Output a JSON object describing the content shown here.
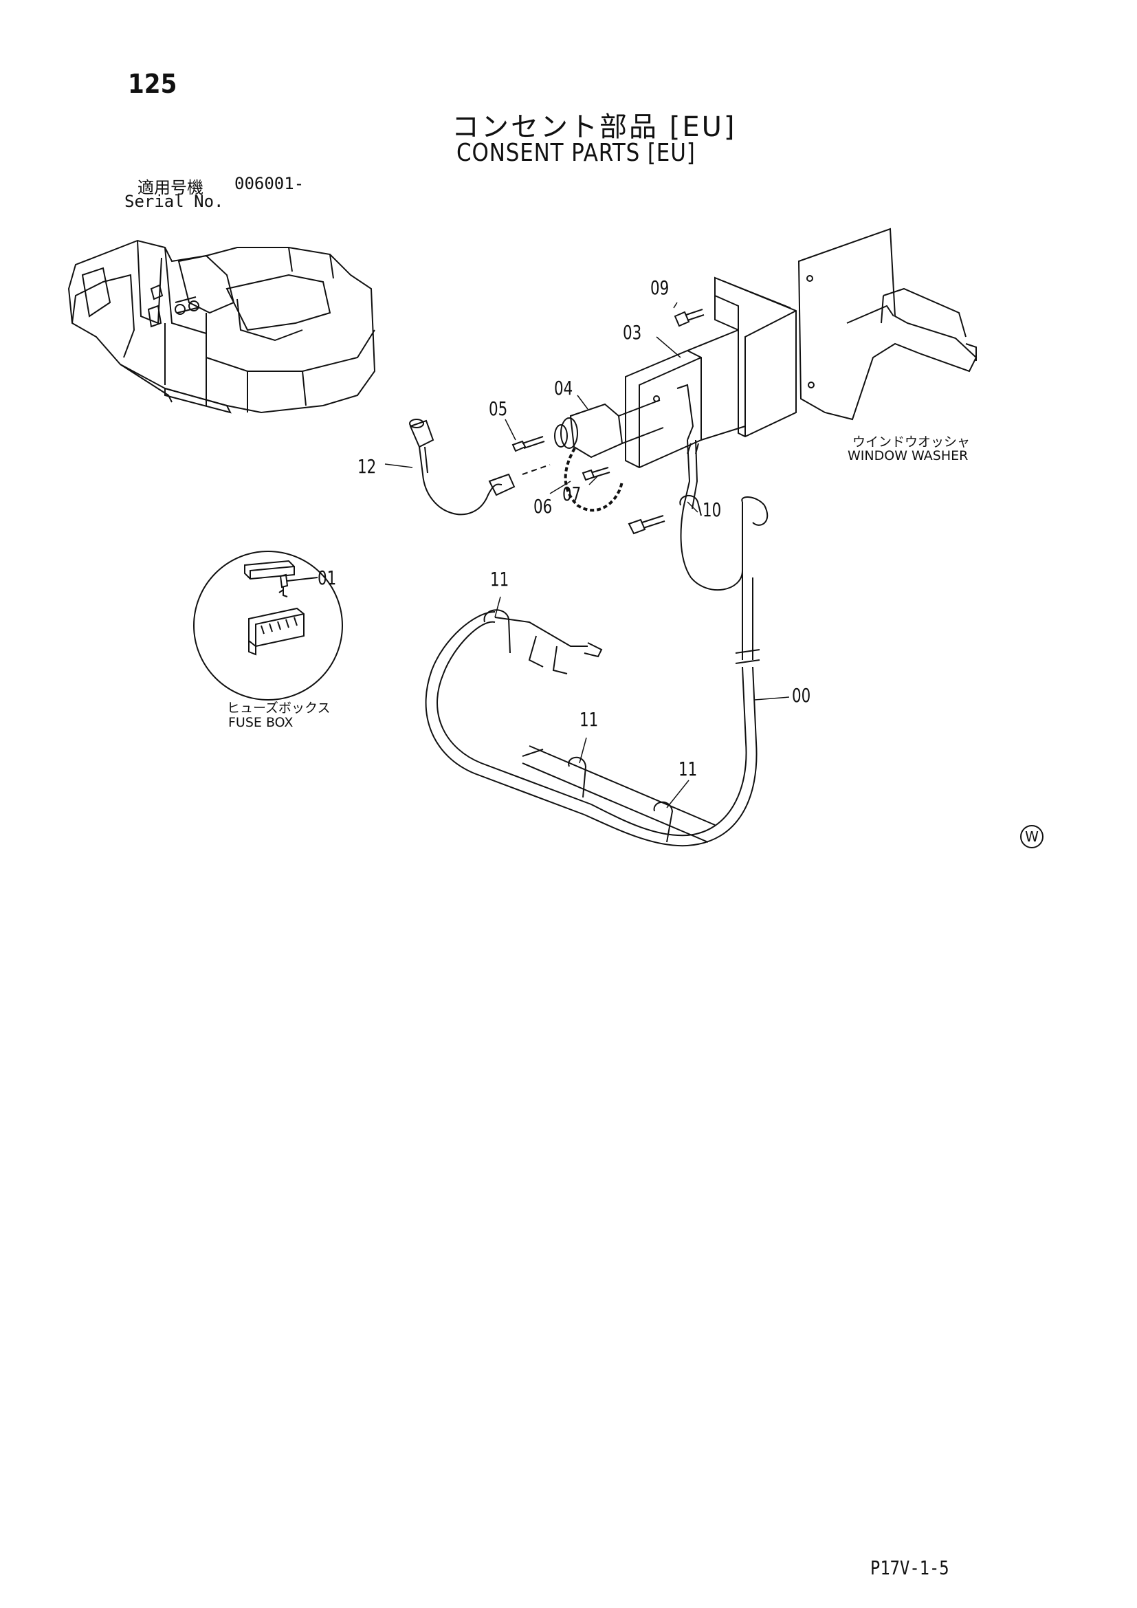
{
  "page": {
    "number": "125",
    "code": "P17V-1-5"
  },
  "title": {
    "jp": "コンセント部品 [EU]",
    "en": "CONSENT PARTS [EU]"
  },
  "serial": {
    "label_jp": "適用号機",
    "value": "006001-",
    "label_en": "Serial No."
  },
  "callouts": [
    "00",
    "01",
    "03",
    "04",
    "05",
    "06",
    "07",
    "09",
    "10",
    "11",
    "11",
    "11",
    "12"
  ],
  "labels": {
    "window_washer_jp": "ウインドウオッシャ",
    "window_washer_en": "WINDOW WASHER",
    "fuse_box_jp": "ヒューズボックス",
    "fuse_box_en": "FUSE BOX"
  },
  "watermark": "W"
}
